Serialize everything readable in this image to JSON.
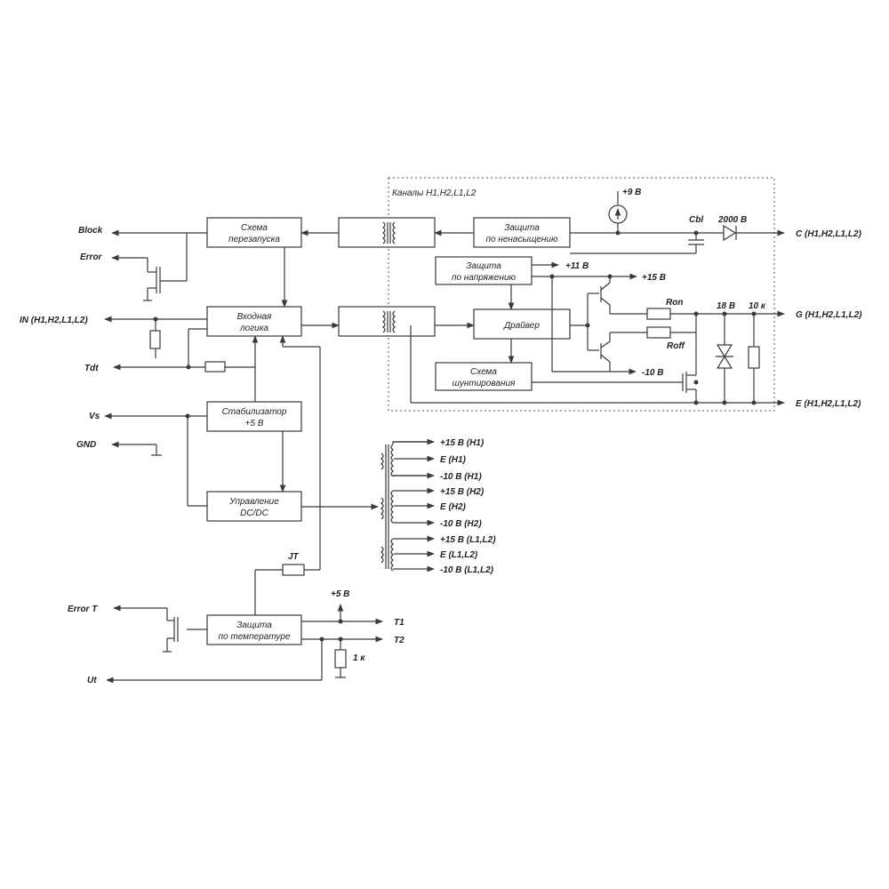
{
  "blocks": {
    "restart": [
      "Схема",
      "перезапуска"
    ],
    "input_logic": [
      "Входная",
      "логика"
    ],
    "stabilizer": [
      "Стабилизатор",
      "+5 В"
    ],
    "dcdc": [
      "Управление",
      "DC/DC"
    ],
    "temp_protect": [
      "Защита",
      "по температуре"
    ],
    "desat_protect": [
      "Защита",
      "по ненасыщению"
    ],
    "voltage_protect": [
      "Защита",
      "по напряжению"
    ],
    "driver": "Драйвер",
    "shunt": [
      "Схема",
      "шунтирования"
    ]
  },
  "channels_label": "Каналы H1,H2,L1,L2",
  "left_pins": {
    "block": "Block",
    "error": "Error",
    "in": "IN (H1,H2,L1,L2)",
    "tdt": "Tdt",
    "vs": "Vs",
    "gnd": "GND",
    "error_t": "Error T",
    "ut": "Ut"
  },
  "right_pins": {
    "c": "C (H1,H2,L1,L2)",
    "g": "G (H1,H2,L1,L2)",
    "e": "E (H1,H2,L1,L2)",
    "t1": "T1",
    "t2": "T2"
  },
  "supply_labels": {
    "plus9": "+9 В",
    "plus11": "+11 В",
    "plus15": "+15 В",
    "minus10": "-10 В",
    "plus5": "+5 В"
  },
  "component_labels": {
    "cbl": "Cbl",
    "v2000": "2000 В",
    "ron": "Ron",
    "roff": "Roff",
    "v18": "18 В",
    "k10": "10 к",
    "jt": "JT",
    "k1": "1 к"
  },
  "dcdc_outputs": [
    "+15 В (H1)",
    "E (H1)",
    "-10 В (H1)",
    "+15 В (H2)",
    "E (H2)",
    "-10 В (H2)",
    "+15 В (L1,L2)",
    "E (L1,L2)",
    "-10 В (L1,L2)"
  ]
}
